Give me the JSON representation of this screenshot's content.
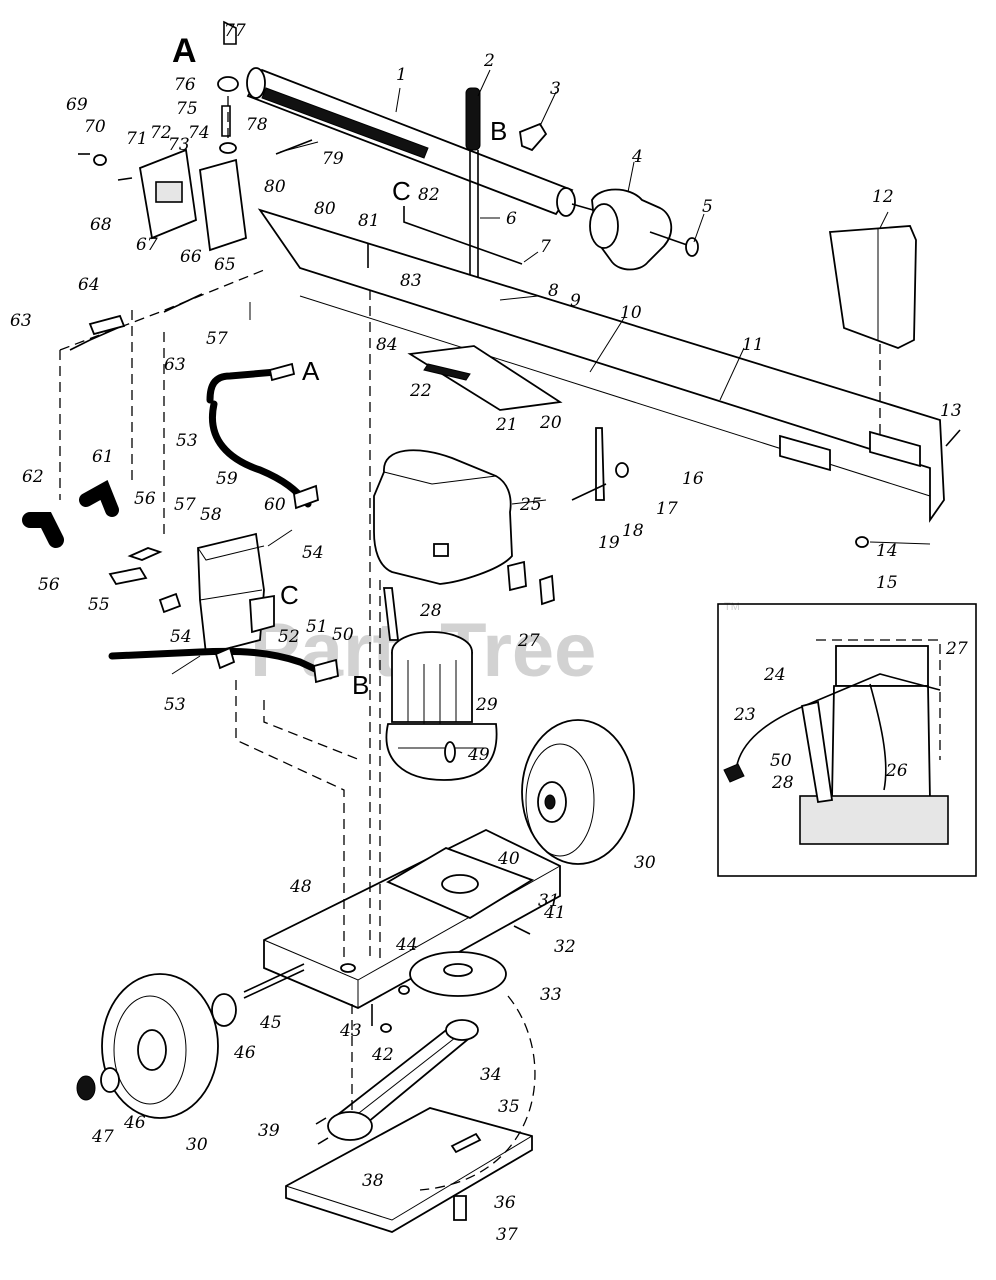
{
  "watermark": {
    "text": "PartsTree",
    "tm": "TM"
  },
  "callouts": {
    "A": "A",
    "B": "B",
    "C": "C"
  },
  "labels": {
    "l1": "1",
    "l2": "2",
    "l3": "3",
    "l4": "4",
    "l5": "5",
    "l6": "6",
    "l7": "7",
    "l8": "8",
    "l9": "9",
    "l10": "10",
    "l11": "11",
    "l12": "12",
    "l13": "13",
    "l14": "14",
    "l15": "15",
    "l16": "16",
    "l17": "17",
    "l18": "18",
    "l19": "19",
    "l20": "20",
    "l21": "21",
    "l22": "22",
    "l23": "23",
    "l24": "24",
    "l25": "25",
    "l26": "26",
    "l27": "27",
    "l28": "28",
    "l29": "29",
    "l30": "30",
    "l31": "31",
    "l32": "32",
    "l33": "33",
    "l34": "34",
    "l35": "35",
    "l36": "36",
    "l37": "37",
    "l38": "38",
    "l39": "39",
    "l40": "40",
    "l41": "41",
    "l42": "42",
    "l43": "43",
    "l44": "44",
    "l45": "45",
    "l46": "46",
    "l47": "47",
    "l48": "48",
    "l49": "49",
    "l50": "50",
    "l51": "51",
    "l52": "52",
    "l53": "53",
    "l54": "54",
    "l55": "55",
    "l56": "56",
    "l57": "57",
    "l58": "58",
    "l59": "59",
    "l60": "60",
    "l61": "61",
    "l62": "62",
    "l63": "63",
    "l64": "64",
    "l65": "65",
    "l66": "66",
    "l67": "67",
    "l68": "68",
    "l69": "69",
    "l70": "70",
    "l71": "71",
    "l72": "72",
    "l73": "73",
    "l74": "74",
    "l75": "75",
    "l76": "76",
    "l77": "77",
    "l78": "78",
    "l79": "79",
    "l80": "80",
    "l81": "81",
    "l82": "82",
    "l83": "83",
    "l84": "84"
  }
}
